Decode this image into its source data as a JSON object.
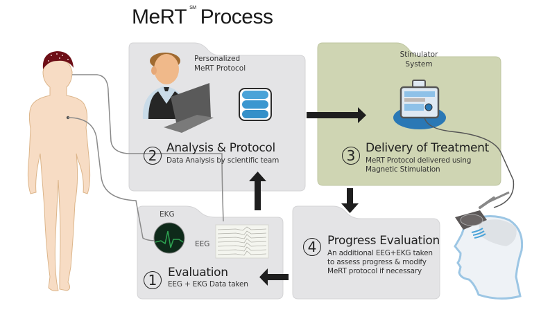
{
  "title": {
    "main": "MeRT",
    "mark": "SM",
    "rest": "Process"
  },
  "steps": [
    {
      "number": "1",
      "title": "Evaluation",
      "subtitle": [
        "EEG + EKG Data taken"
      ],
      "labels": {
        "ekg": "EKG",
        "eeg": "EEG"
      }
    },
    {
      "number": "2",
      "title": "Analysis & Protocol",
      "subtitle": [
        "Data Analysis by scientific team"
      ],
      "caption": [
        "Personalized",
        "MeRT Protocol"
      ]
    },
    {
      "number": "3",
      "title": "Delivery of Treatment",
      "subtitle": [
        "MeRT Protocol delivered using",
        "Magnetic Stimulation"
      ],
      "caption": [
        "Stimulator",
        "System"
      ]
    },
    {
      "number": "4",
      "title": "Progress Evaluation",
      "subtitle": [
        "An additional EEG+EKG taken",
        "to assess progress & modify",
        "MeRT protocol if necessary"
      ]
    }
  ],
  "colors": {
    "panel_gray": "#e4e4e6",
    "panel_green": "#cfd5b3",
    "arrow": "#1e1e1e",
    "cable": "#8a8a8a",
    "skin": "#f7dcc4",
    "cap": "#6e0f17",
    "device_blue": "#2a78b5"
  }
}
